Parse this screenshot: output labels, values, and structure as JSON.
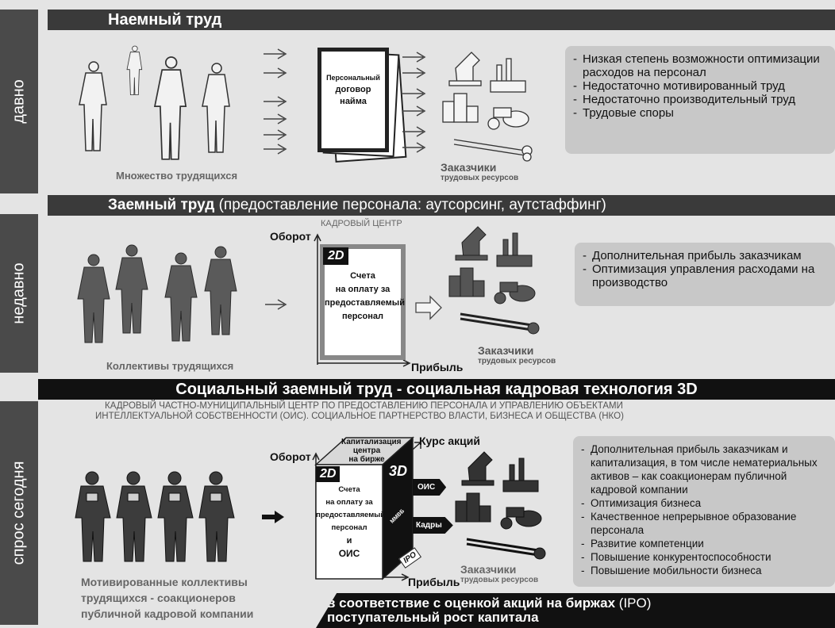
{
  "sections": {
    "past": {
      "side_label": "давно",
      "title": "Наемный труд",
      "workers_label": "Множество трудящихся",
      "doc_text": [
        "Персональный",
        "договор",
        "найма"
      ],
      "customers_label": [
        "Заказчики",
        "трудовых ресурсов"
      ],
      "bullets": [
        "Низкая степень возможности оптимизации расходов на персонал",
        "Недостаточно мотивированный труд",
        "Недостаточно производительный труд",
        "Трудовые споры"
      ]
    },
    "recent": {
      "side_label": "недавно",
      "title_bold": "Заемный труд",
      "title_rest": " (предоставление персонала: аутсорсинг, аутстаффинг)",
      "center_label": "КАДРОВЫЙ ЦЕНТР",
      "turnover": "Оборот",
      "profit": "Прибыль",
      "doc_badge": "2D",
      "doc_text": [
        "Счета",
        "на оплату за",
        "предоставляемый",
        "персонал"
      ],
      "workers_label": "Коллективы трудящихся",
      "customers_label": [
        "Заказчики",
        "трудовых ресурсов"
      ],
      "bullets": [
        "Дополнительная прибыль заказчикам",
        "Оптимизация управления расходами на производство"
      ]
    },
    "today": {
      "side_label": "спрос сегодня",
      "title": "Социальный заемный труд - социальная кадровая технология 3D",
      "subtitle_line1": "КАДРОВЫЙ ЧАСТНО-МУНИЦИПАЛЬНЫЙ ЦЕНТР ПО ПРЕДОСТАВЛЕНИЮ ПЕРСОНАЛА И УПРАВЛЕНИЮ ОБЪЕКТАМИ",
      "subtitle_line2": "ИНТЕЛЛЕКТУАЛЬНОЙ СОБСТВЕННОСТИ (ОИС). СОЦИАЛЬНОЕ ПАРТНЕРСТВО ВЛАСТИ, БИЗНЕСА И ОБЩЕСТВА (НКО)",
      "turnover": "Оборот",
      "profit": "Прибыль",
      "share_price": "Курс акций",
      "cap_text": [
        "Капитализация",
        "центра",
        "на бирже"
      ],
      "badge_2d": "2D",
      "badge_3d": "3D",
      "doc_text": [
        "Счета",
        "на оплату за",
        "предоставляемый",
        "персонал",
        "и",
        "ОИС"
      ],
      "arrow_ois": "ОИС",
      "arrow_staff": "Кадры",
      "tag_ipo": "IPO",
      "tag_mmvb": "ММВБ",
      "workers_label": [
        "Мотивированные коллективы",
        "трудящихся - соакционеров",
        "публичной кадровой компании"
      ],
      "customers_label": [
        "Заказчики",
        "трудовых ресурсов"
      ],
      "bullets": [
        "Дополнительная прибыль заказчикам и капитализация, в том числе нематериальных активов – как соакционерам публичной кадровой компании",
        "Оптимизация бизнеса",
        "Качественное непрерывное образование персонала",
        "Развитие компетенции",
        "Повышение конкурентоспособности",
        "Повышение мобильности бизнеса"
      ],
      "footer_bold": "в соответствие с оценкой акций на биржах",
      "footer_rest": " (IPO)",
      "footer_line2": "поступательный рост капитала"
    }
  },
  "colors": {
    "bar": "#3a3a3a",
    "side": "#4a4a4a",
    "note": "#c8c8c8"
  }
}
